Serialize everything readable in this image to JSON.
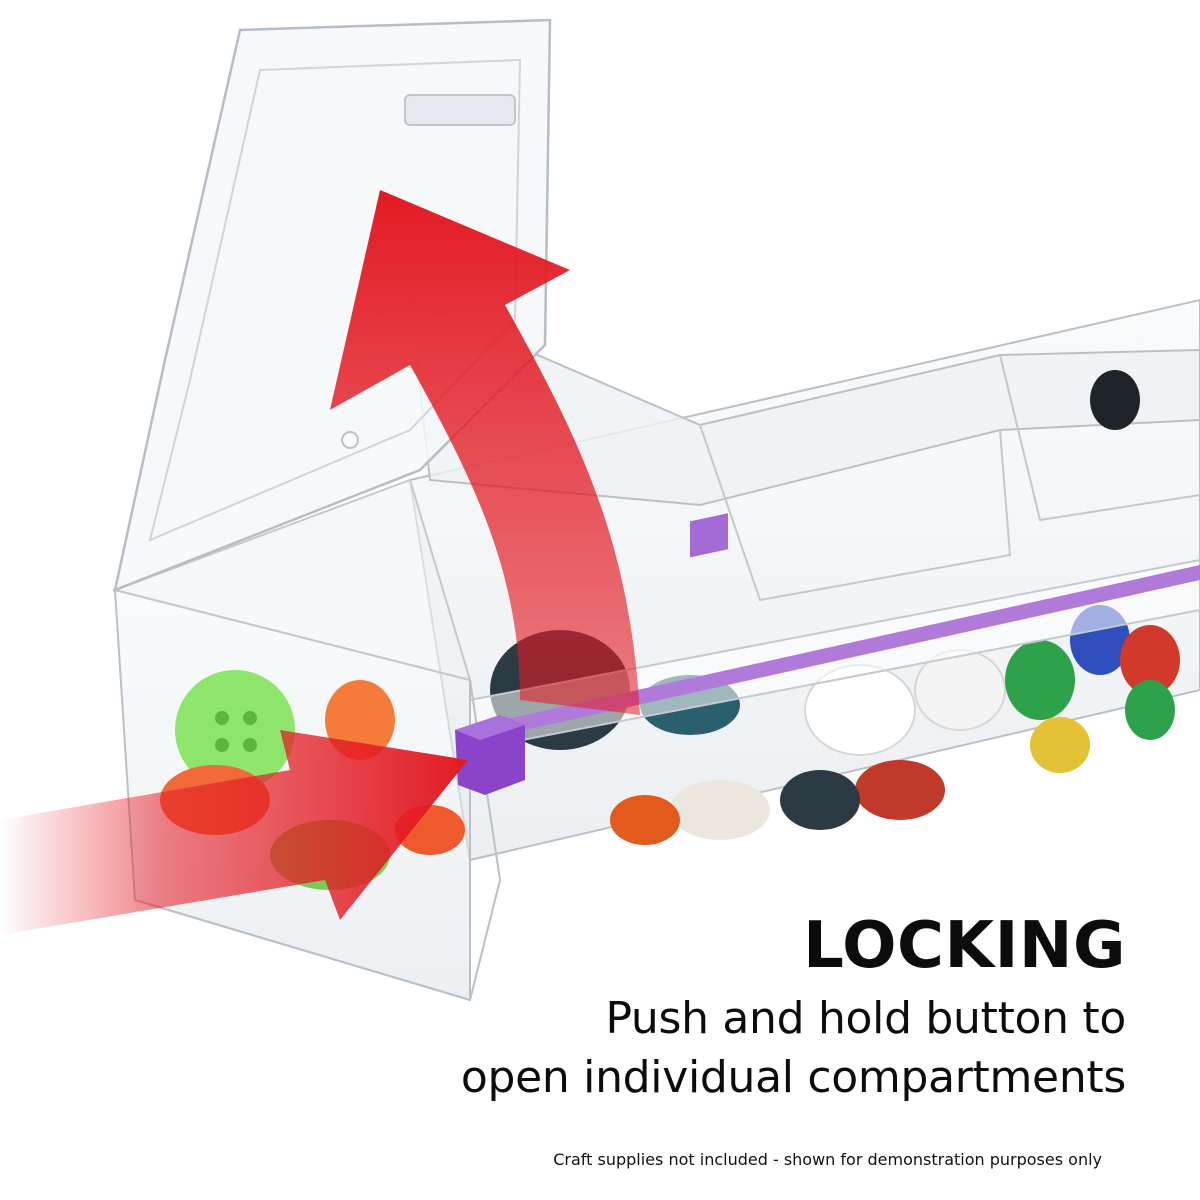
{
  "colors": {
    "arrow": "#e31b23",
    "lock_button": "#8a44c9",
    "lock_rail": "#b07ad9",
    "text": "#0c0c0c",
    "background": "#ffffff"
  },
  "caption": {
    "headline": "LOCKING",
    "line1": "Push and hold button to",
    "line2": "open individual compartments"
  },
  "disclaimer": "Craft supplies not included - shown for demonstration purposes only"
}
